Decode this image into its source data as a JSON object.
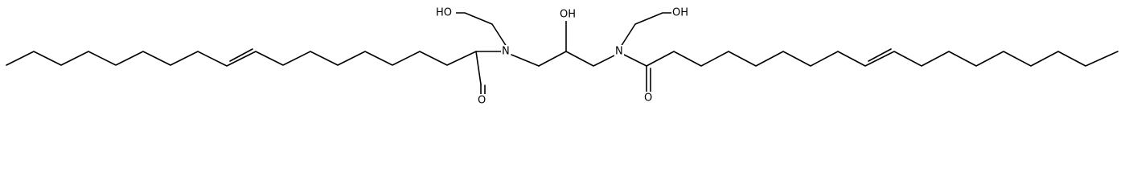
{
  "molecule": {
    "atoms": {
      "n_left": "N",
      "n_right": "N",
      "o_carbonyl_left": "O",
      "o_carbonyl_right": "O",
      "oh_left": "HO",
      "oh_center": "OH",
      "oh_right": "OH"
    }
  },
  "colors": {
    "ink": "#000000",
    "background": "#ffffff"
  }
}
